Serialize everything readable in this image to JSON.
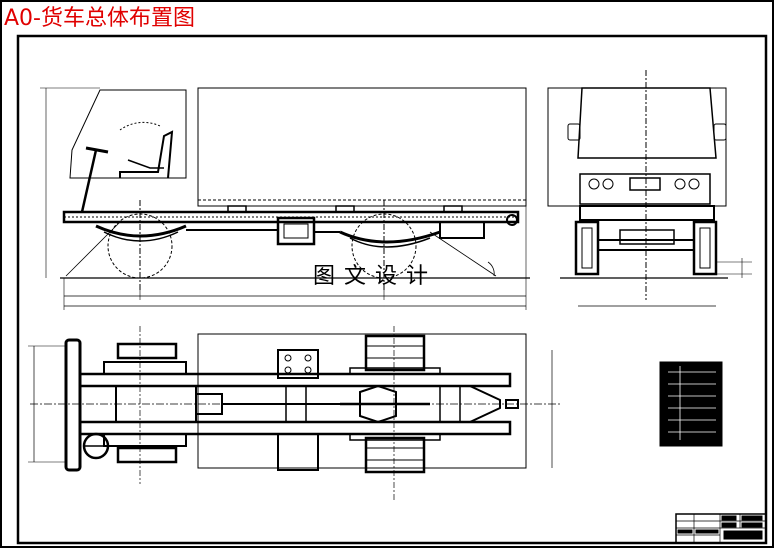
{
  "title": "A0-货车总体布置图",
  "watermark": "图文设计",
  "colors": {
    "title": "#e00000",
    "lines": "#000000",
    "background": "#ffffff"
  },
  "views": [
    "side-view",
    "front-view",
    "top-view",
    "title-block",
    "legend-table"
  ]
}
